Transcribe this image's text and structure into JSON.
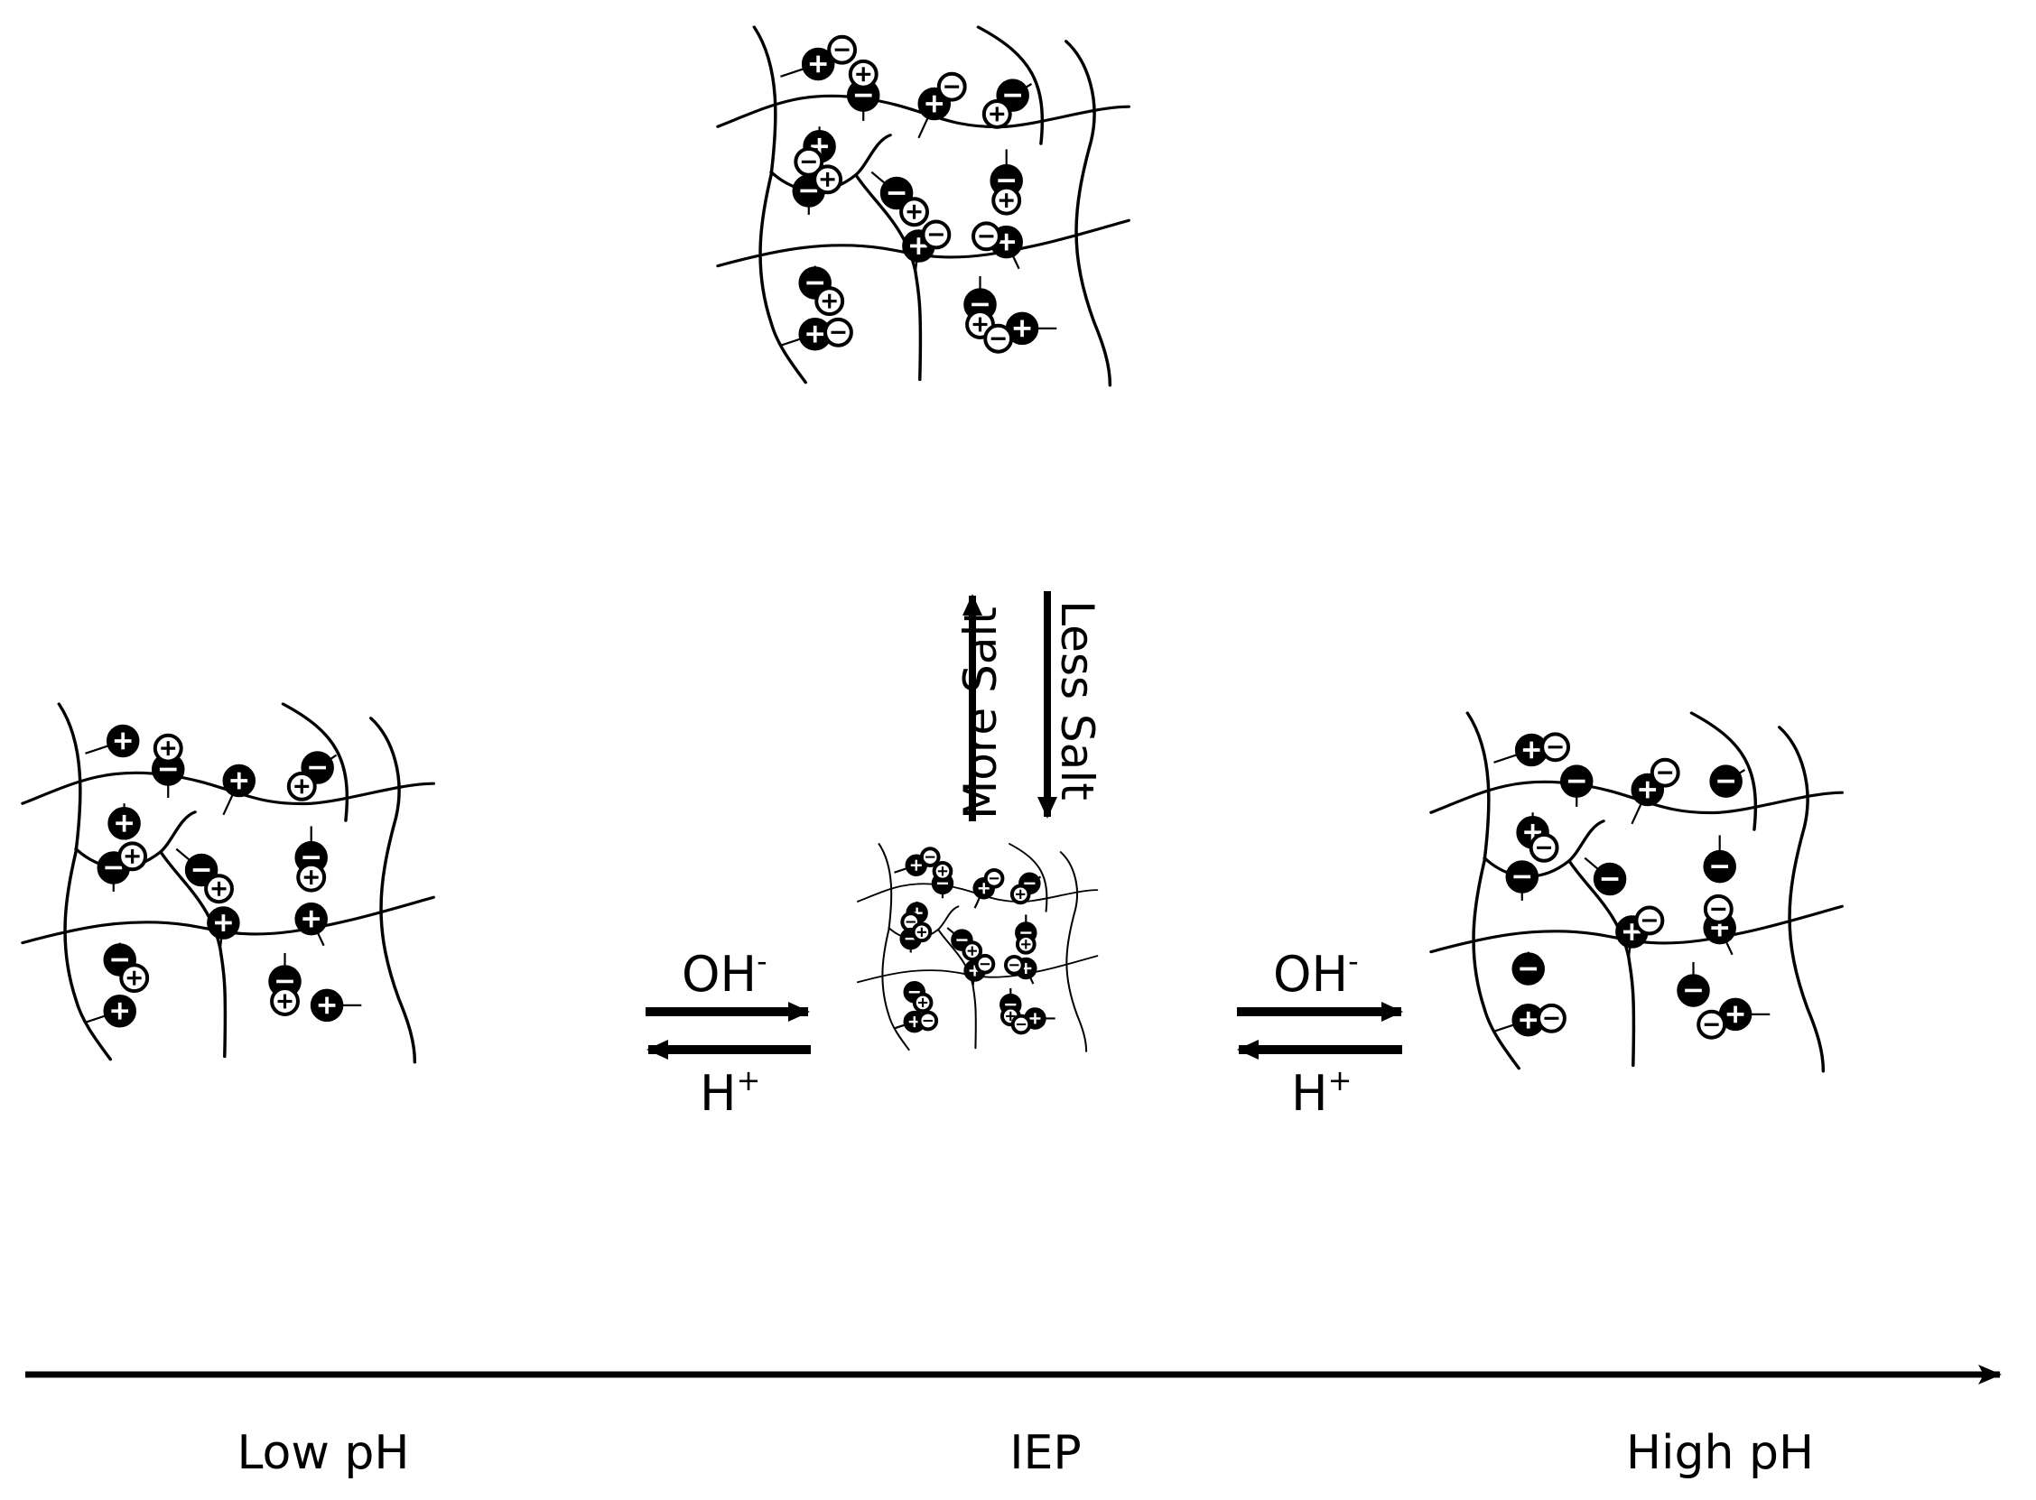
{
  "states": {
    "low_ph": {
      "label": "Low pH"
    },
    "iep": {
      "label": "IEP"
    },
    "high_ph": {
      "label": "High pH"
    }
  },
  "equilibria": {
    "left": {
      "forward": "OH",
      "forward_sup": "-",
      "reverse": "H",
      "reverse_sup": "+"
    },
    "right": {
      "forward": "OH",
      "forward_sup": "-",
      "reverse": "H",
      "reverse_sup": "+"
    },
    "vertical": {
      "up": "More Salt",
      "down": "Less Salt"
    }
  }
}
